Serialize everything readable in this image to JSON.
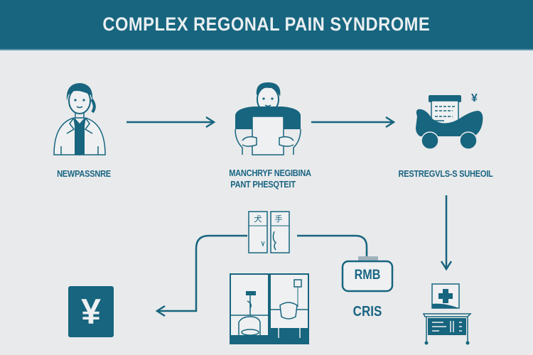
{
  "title": "COMPLEX REGONAL PAIN SYNDROME",
  "colors": {
    "primary": "#17657f",
    "background": "#e9eaeb",
    "text_light": "#e8eef1"
  },
  "nodes": [
    {
      "id": "doctor",
      "icon": "doctor-icon",
      "label": "NEWPASSNRE"
    },
    {
      "id": "patient",
      "icon": "patient-with-document-icon",
      "label_line1": "MANCHRYF NEGIBINA",
      "label_line2": "PANT PHESQTEIT"
    },
    {
      "id": "vehicle",
      "icon": "vehicle-with-receipt-icon",
      "label": "RESTREGVLS-S SUHEOIL",
      "currency_symbol": "¥"
    },
    {
      "id": "hospital-desk",
      "icon": "medical-desk-icon"
    },
    {
      "id": "rmb",
      "icon": "rmb-box-icon",
      "box_text": "RMB",
      "label": "CRIS"
    },
    {
      "id": "treatment",
      "icon": "treatment-rooms-icon"
    },
    {
      "id": "document",
      "icon": "document-pages-icon"
    },
    {
      "id": "yen",
      "icon": "yen-icon",
      "symbol": "¥"
    }
  ],
  "arrows": [
    {
      "from": "doctor",
      "to": "patient",
      "direction": "right"
    },
    {
      "from": "patient",
      "to": "vehicle",
      "direction": "right"
    },
    {
      "from": "vehicle",
      "to": "hospital-desk",
      "direction": "down"
    },
    {
      "from": "rmb",
      "to": "yen",
      "direction": "left",
      "via": "document"
    }
  ]
}
